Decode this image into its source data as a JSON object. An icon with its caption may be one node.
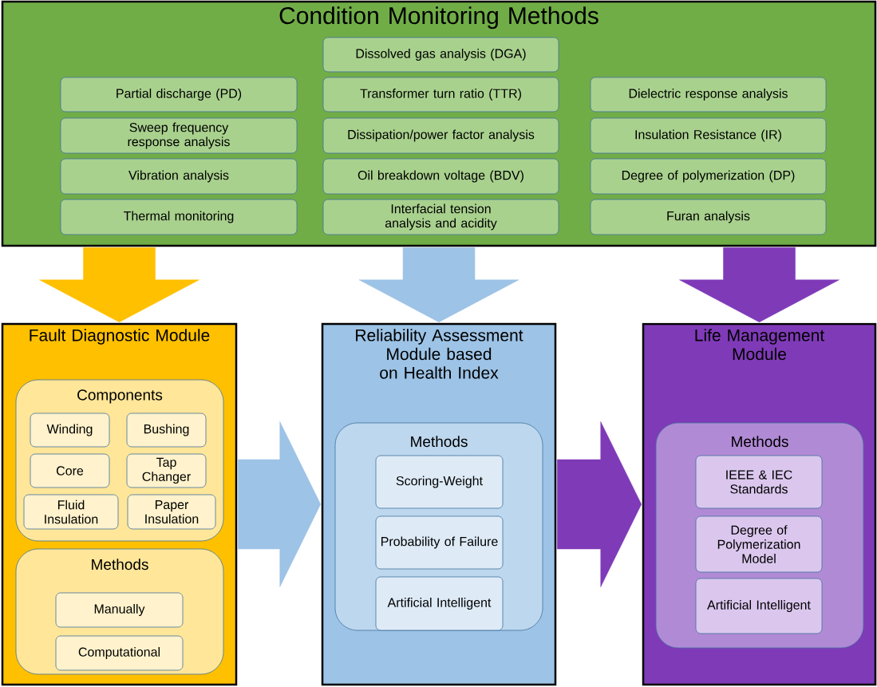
{
  "diagram": {
    "nodes": [
      {
        "text": [
          "Condition Monitoring Methods"
        ]
      },
      {
        "text": [
          "Dissolved gas analysis (DGA)"
        ],
        "in": 0
      },
      {
        "text": [
          "Partial discharge (PD)"
        ],
        "in": 0
      },
      {
        "text": [
          "Transformer turn ratio (TTR)"
        ],
        "in": 0
      },
      {
        "text": [
          "Dielectric response analysis"
        ],
        "in": 0
      },
      {
        "text": [
          "Sweep frequency response analysis"
        ],
        "in": 0
      },
      {
        "text": [
          "Dissipation/power factor analysis"
        ],
        "in": 0
      },
      {
        "text": [
          "Insulation Resistance (IR)"
        ],
        "in": 0
      },
      {
        "text": [
          "Vibration analysis"
        ],
        "in": 0
      },
      {
        "text": [
          "Oil breakdown voltage (BDV)"
        ],
        "in": 0
      },
      {
        "text": [
          "Degree of polymerization (DP)"
        ],
        "in": 0
      },
      {
        "text": [
          "Thermal monitoring"
        ],
        "in": 0
      },
      {
        "text": [
          "Interfacial tension analysis and acidity"
        ],
        "in": 0
      },
      {
        "text": [
          "Furan analysis"
        ],
        "in": 0
      },
      {
        "text": [
          "Fault Diagnostic Module"
        ]
      },
      {
        "text": [
          "Components"
        ],
        "in": 14
      },
      {
        "text": [
          "Winding"
        ],
        "in": 15
      },
      {
        "text": [
          "Bushing"
        ],
        "in": 15
      },
      {
        "text": [
          "Core"
        ],
        "in": 15
      },
      {
        "text": [
          "Tap Changer"
        ],
        "in": 15
      },
      {
        "text": [
          "Fluid Insulation"
        ],
        "in": 15
      },
      {
        "text": [
          "Paper Insulation"
        ],
        "in": 15
      },
      {
        "text": [
          "Methods"
        ],
        "in": 14
      },
      {
        "text": [
          "Manually"
        ],
        "in": 22
      },
      {
        "text": [
          "Computational"
        ],
        "in": 22
      },
      {
        "text": [
          "Reliability Assessment Module based on Health Index"
        ]
      },
      {
        "text": [
          "Methods"
        ],
        "in": 25
      },
      {
        "text": [
          "Scoring-Weight"
        ],
        "in": 26
      },
      {
        "text": [
          "Probability of Failure"
        ],
        "in": 26
      },
      {
        "text": [
          "Artificial Intelligent"
        ],
        "in": 26
      },
      {
        "text": [
          "Life Management Module"
        ]
      },
      {
        "text": [
          "Methods"
        ],
        "in": 30
      },
      {
        "text": [
          "IEEE & IEC Standards"
        ],
        "in": 31
      },
      {
        "text": [
          "Degree of Polymerization Model"
        ],
        "in": 31
      },
      {
        "text": [
          "Artificial Intelligent"
        ],
        "in": 31
      }
    ],
    "edges": [
      {
        "from": 0,
        "to": 14,
        "arrow": "to",
        "color": "#ffc000"
      },
      {
        "from": 0,
        "to": 25,
        "arrow": "to",
        "color": "#9dc3e6"
      },
      {
        "from": 0,
        "to": 30,
        "arrow": "to",
        "color": "#7f3ab8"
      },
      {
        "from": 14,
        "to": 25,
        "arrow": "to",
        "color": "#9dc3e6"
      },
      {
        "from": 25,
        "to": 30,
        "arrow": "to",
        "color": "#7f3ab8"
      }
    ]
  }
}
